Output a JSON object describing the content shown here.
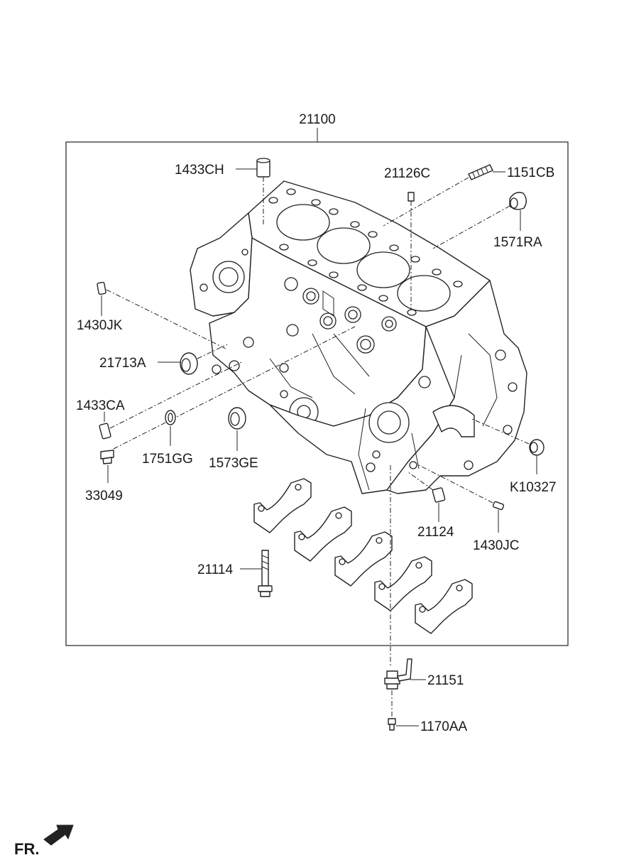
{
  "diagram": {
    "assembly_label": "21100",
    "front_indicator": "FR.",
    "part_labels": {
      "p1433CH": "1433CH",
      "p21126C": "21126C",
      "p1151CB": "1151CB",
      "p1571RA": "1571RA",
      "p1430JK": "1430JK",
      "p21713A": "21713A",
      "p1433CA": "1433CA",
      "p1751GG": "1751GG",
      "p1573GE": "1573GE",
      "p33049": "33049",
      "pK10327": "K10327",
      "p21124": "21124",
      "p1430JC": "1430JC",
      "p21114": "21114",
      "p21151": "21151",
      "p1170AA": "1170AA"
    }
  }
}
